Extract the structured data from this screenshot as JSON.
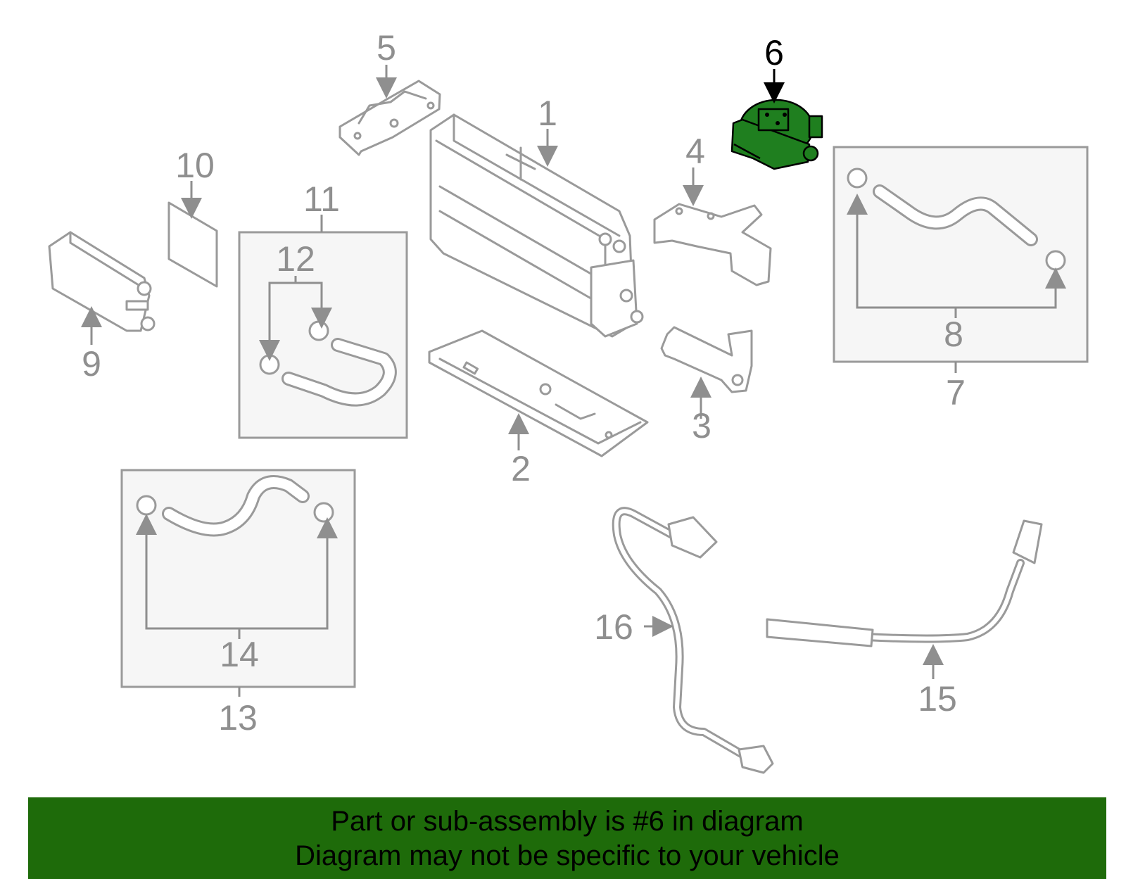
{
  "labels": {
    "l1": "1",
    "l2": "2",
    "l3": "3",
    "l4": "4",
    "l5": "5",
    "l6": "6",
    "l7": "7",
    "l8": "8",
    "l9": "9",
    "l10": "10",
    "l11": "11",
    "l12": "12",
    "l13": "13",
    "l14": "14",
    "l15": "15",
    "l16": "16"
  },
  "highlight_color": "#1f7f1f",
  "banner": {
    "line1": "Part or sub-assembly is #6 in diagram",
    "line2": "Diagram may not be specific to your vehicle",
    "background": "#1e6b0a"
  }
}
